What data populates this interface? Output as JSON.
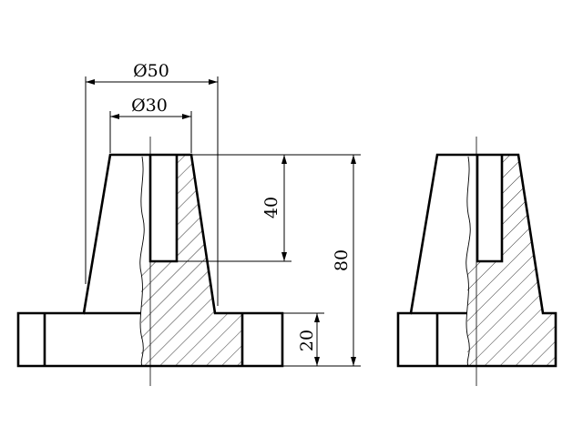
{
  "drawing": {
    "dimensions": {
      "outer_diameter": "Ø50",
      "inner_diameter": "Ø30",
      "hole_depth": "40",
      "total_height": "80",
      "base_height": "20"
    }
  }
}
